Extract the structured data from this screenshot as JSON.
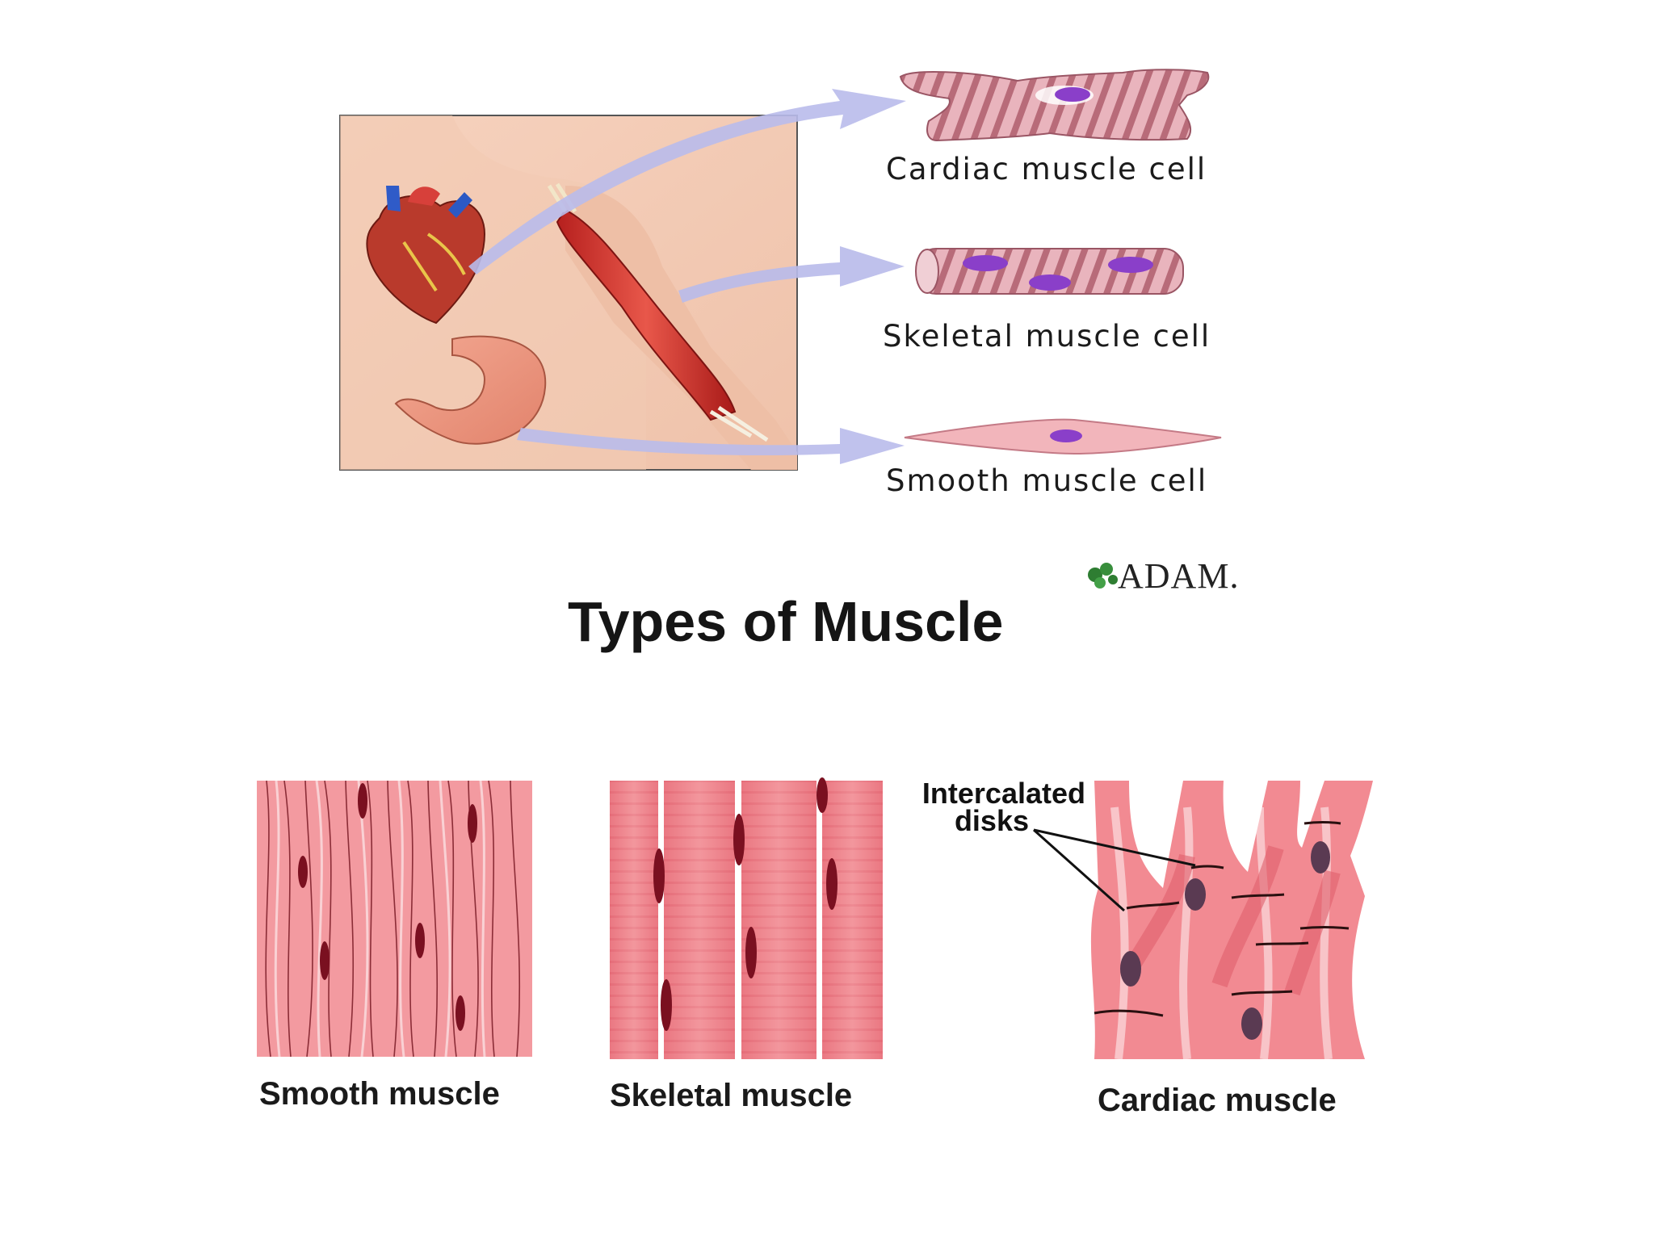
{
  "title": "Types of Muscle",
  "logo": {
    "text": "ADAM."
  },
  "cells": {
    "cardiac": "Cardiac muscle cell",
    "skeletal": "Skeletal muscle cell",
    "smooth": "Smooth muscle cell"
  },
  "tissues": {
    "smooth": "Smooth muscle",
    "skeletal": "Skeletal muscle",
    "cardiac": "Cardiac muscle"
  },
  "callout": {
    "line1": "Intercalated",
    "line2": "disks"
  },
  "colors": {
    "muscle": "#f0919a",
    "nucleus": "#7a1020",
    "arrow": "#b9bbeb",
    "cell_nucleus": "#8a3fc9"
  }
}
